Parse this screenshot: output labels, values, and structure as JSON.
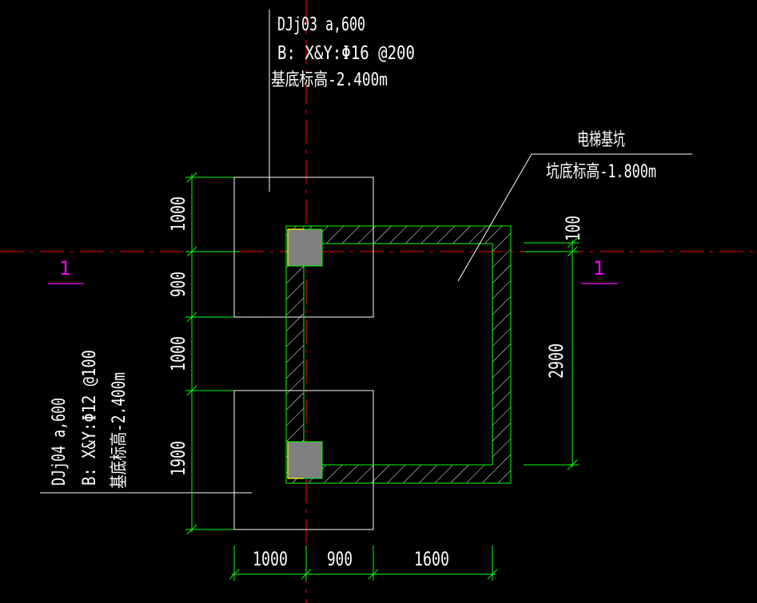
{
  "colors": {
    "background": "#000000",
    "axis": "#ff0000",
    "outline": "#ffffff",
    "dimension": "#00ff00",
    "section_mark": "#ff00ff",
    "column_fill": "#808080",
    "column_edge": "#ffff00",
    "wall_hatch": "#ffffff"
  },
  "labels": {
    "footing_top": {
      "line1": "DJj03 a,600",
      "line2": "B: X&Y:Φ16 @200",
      "line3": "基底标高-2.400m"
    },
    "footing_bottom": {
      "line1": "DJj04 a,600",
      "line2": "B: X&Y:Φ12 @100",
      "line3": "基底标高-2.400m"
    },
    "pit": {
      "line1": "电梯基坑",
      "line2": "坑底标高-1.800m"
    }
  },
  "section_marks": {
    "left": "1",
    "right": "1"
  },
  "dimensions": {
    "left_1": "1000",
    "left_2": "900",
    "left_3": "1000",
    "left_4": "1900",
    "right_1": "100",
    "right_2": "2900",
    "bottom_1": "1000",
    "bottom_2": "900",
    "bottom_3": "1600"
  }
}
